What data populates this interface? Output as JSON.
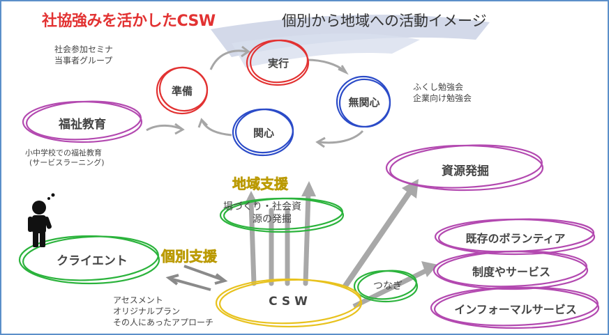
{
  "title": {
    "highlight": "社協強みを活かしたCSW",
    "rest": "個別から地域への活動イメージ"
  },
  "cycle": {
    "preparation": "準備",
    "execution": "実行",
    "indifference": "無関心",
    "interest": "関心"
  },
  "notes": {
    "seminar_line1": "社会参加セミナ",
    "seminar_line2": "当事者グループ",
    "study_line1": "ふくし勉強会",
    "study_line2": "企業向け勉強会",
    "school_line1": "小中学校での福祉教育",
    "school_line2": "(サービスラーニング)",
    "assessment_line1": "アセスメント",
    "assessment_line2": "オリジナルプラン",
    "assessment_line3": "その人にあったアプローチ"
  },
  "labels": {
    "welfare_education": "福祉教育",
    "community_support": "地域支援",
    "place_making_line1": "場づくり・社会資",
    "place_making_line2": "源の発掘",
    "resource_discovery": "資源発掘",
    "client": "クライエント",
    "individual_support": "個別支援",
    "csw": "CSW",
    "connect": "つなぎ",
    "existing_volunteers": "既存のボランティア",
    "systems_services": "制度やサービス",
    "informal_services": "インフォーマルサービス"
  }
}
